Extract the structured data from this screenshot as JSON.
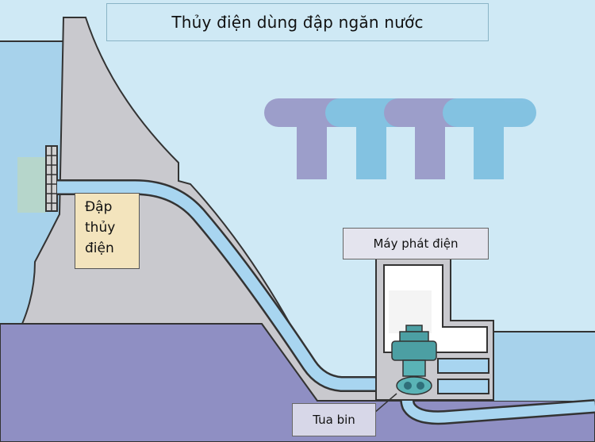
{
  "title": "Thủy điện dùng đập ngăn nước",
  "labels": {
    "dam_line1": "Đập",
    "dam_line2": "thủy",
    "dam_line3": "điện",
    "generator": "Máy phát điện",
    "turbine": "Tua bin"
  },
  "watermark": "TTTT",
  "colors": {
    "sky": "#cfe9f5",
    "reservoir": "#a7d2eb",
    "dam": "#c9c9ce",
    "ground": "#8f8fc3",
    "pipe_water": "#a8d5f0",
    "outline": "#333333",
    "watermark_blue": "#7fb0d8",
    "watermark_purple": "#9a9ac8"
  }
}
